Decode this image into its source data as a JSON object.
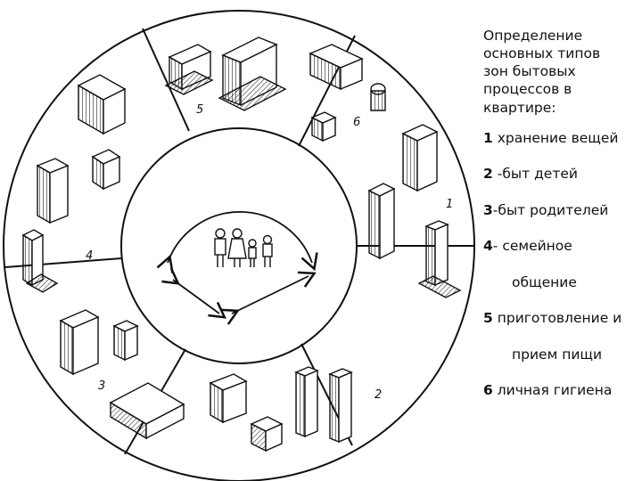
{
  "legend": {
    "heading_lines": [
      "Определение",
      "основных типов",
      "зон бытовых",
      "процессов в",
      "квартире:"
    ],
    "items": [
      {
        "num": "1",
        "text": " хранение вещей"
      },
      {
        "num": "2",
        "text": " -быт детей"
      },
      {
        "num": "3",
        "text": "-быт родителей"
      },
      {
        "num": "4",
        "text": "- семейное"
      },
      {
        "num": "",
        "text": "общение"
      },
      {
        "num": "5",
        "text": " приготовление и"
      },
      {
        "num": "",
        "text": "прием пищи"
      },
      {
        "num": "6",
        "text": " личная гигиена"
      }
    ]
  },
  "zones": [
    {
      "label": "1"
    },
    {
      "label": "2"
    },
    {
      "label": "3"
    },
    {
      "label": "4"
    },
    {
      "label": "5"
    },
    {
      "label": "6"
    }
  ],
  "center_icon": "family-icon"
}
